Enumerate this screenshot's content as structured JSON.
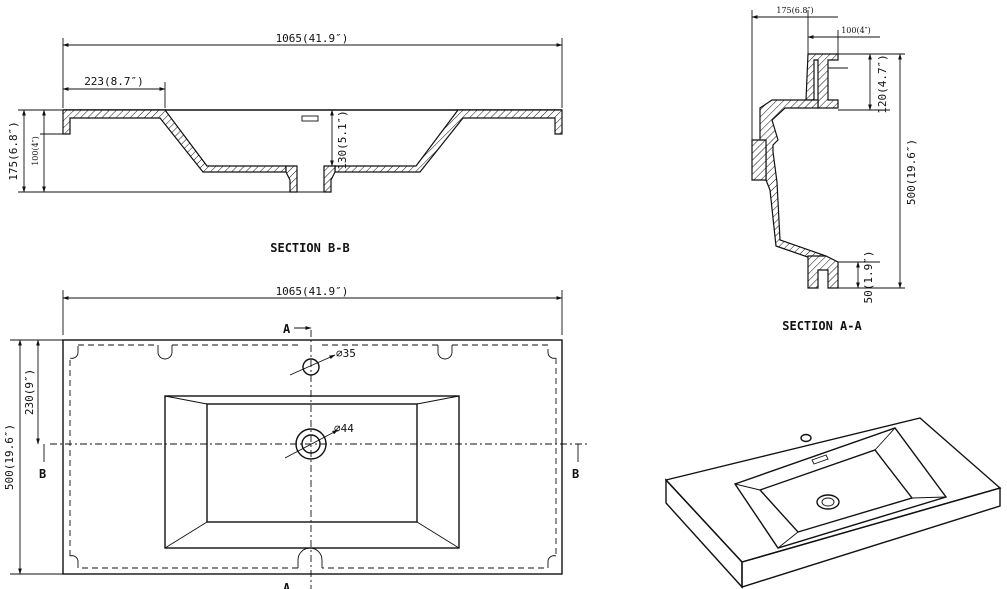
{
  "section_bb": {
    "title": "SECTION B-B",
    "dim_width": "1065(41.9″)",
    "dim_ledge": "223(8.7″)",
    "dim_height": "175(6.8″)",
    "dim_inner": "100(4″)",
    "dim_depth": "130(5.1″)"
  },
  "section_aa": {
    "title": "SECTION A-A",
    "dim_top": "175(6.8″)",
    "dim_inner": "100(4″)",
    "dim_overflow": "120(4.7″)",
    "dim_depth": "500(19.6″)",
    "dim_bottom": "50(1.9″)"
  },
  "plan": {
    "dim_width": "1065(41.9″)",
    "dim_depth": "500(19.6″)",
    "dim_offset": "230(9″)",
    "hole_small": "⌀35",
    "hole_drain": "⌀44",
    "marker_a": "A",
    "marker_b": "B"
  }
}
